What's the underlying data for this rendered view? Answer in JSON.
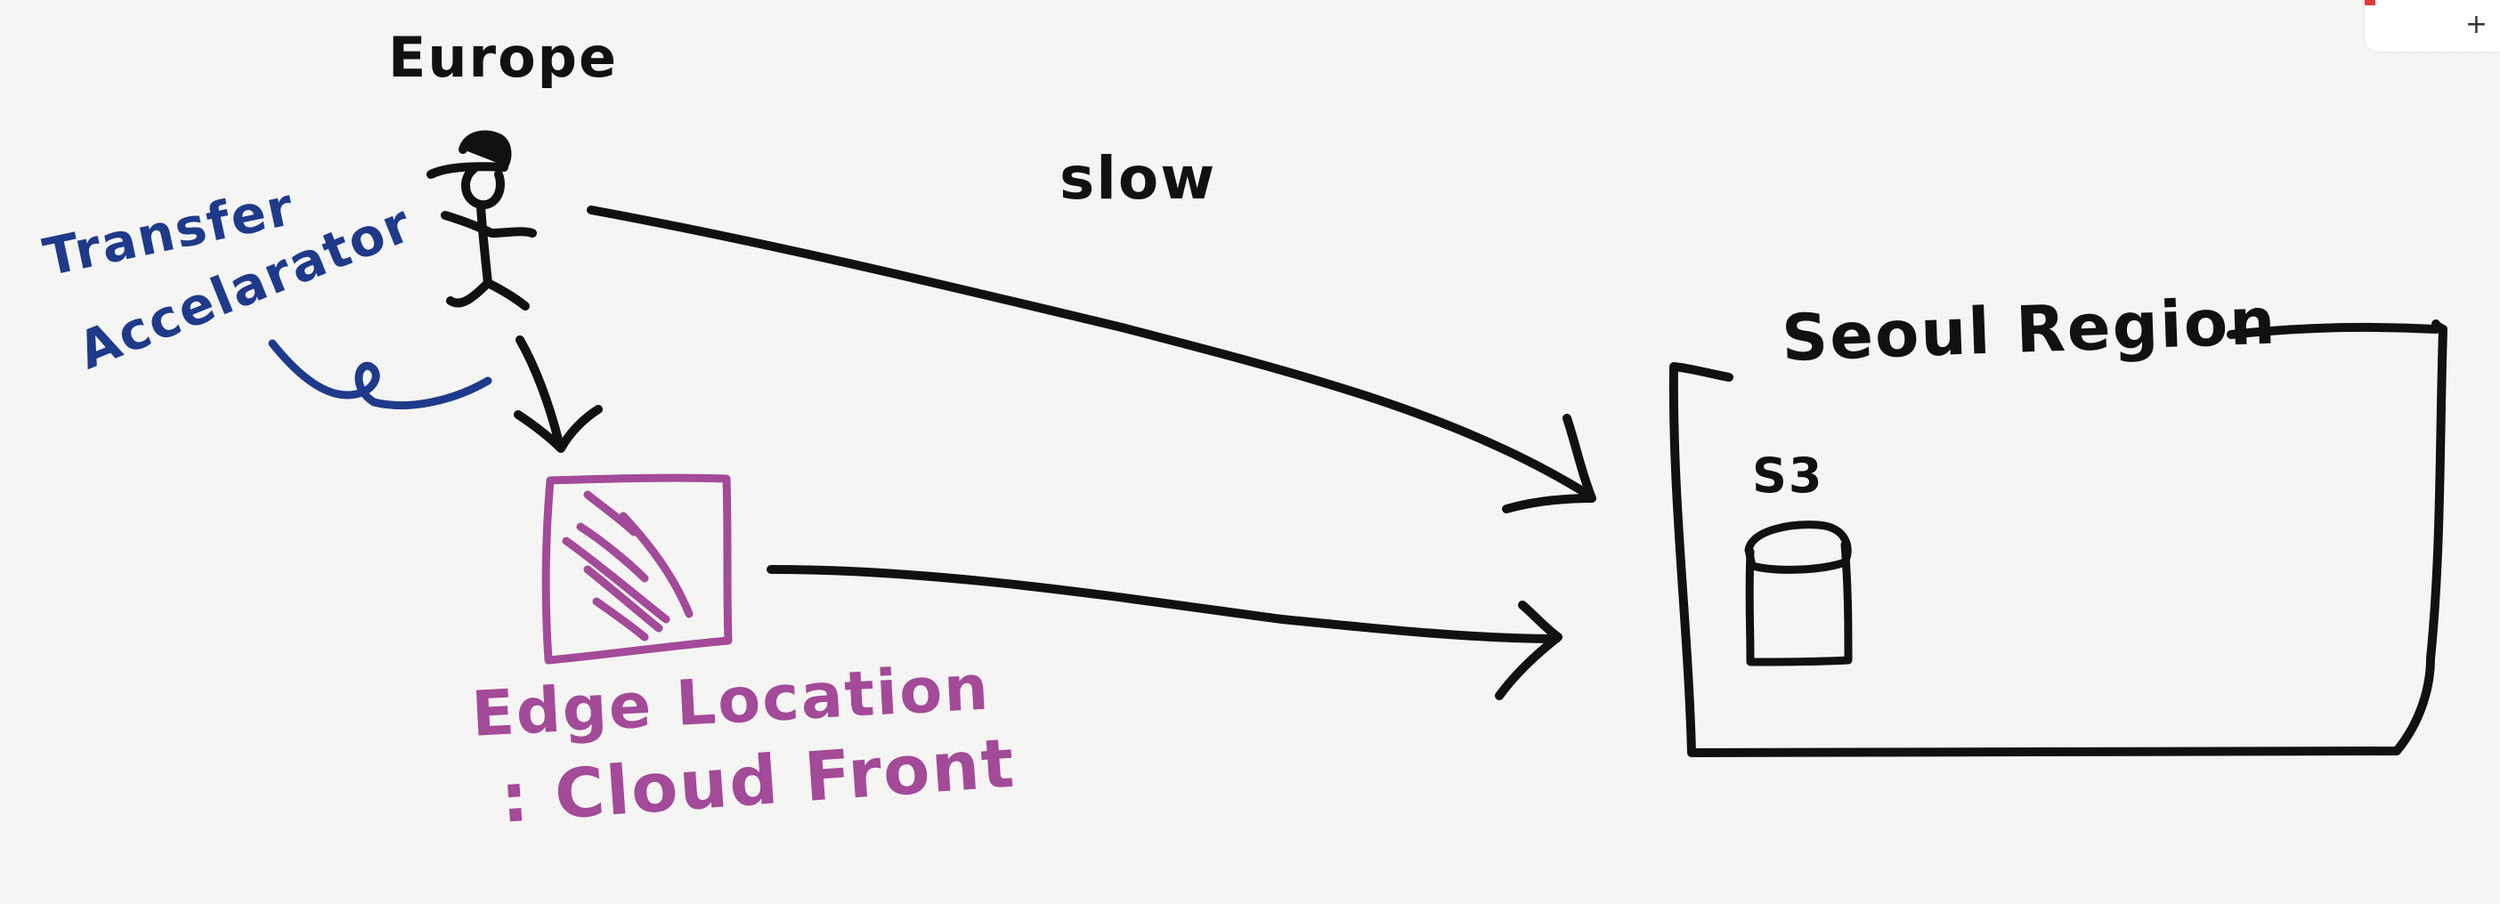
{
  "colors": {
    "ink_black": "#111111",
    "ink_blue": "#1f3a8a",
    "ink_purple": "#a34a98",
    "accent_red": "#e53935"
  },
  "labels": {
    "europe": "Europe",
    "slow": "slow",
    "transfer": "Transfer",
    "accelerator": "Accelarator",
    "seoul_region": "Seoul Region",
    "s3": "S3",
    "edge_location": "Edge Location",
    "cloudfront": ": Cloud Front"
  },
  "toolbar": {
    "add_icon": "+",
    "marker_icon": "red-marker-icon"
  }
}
